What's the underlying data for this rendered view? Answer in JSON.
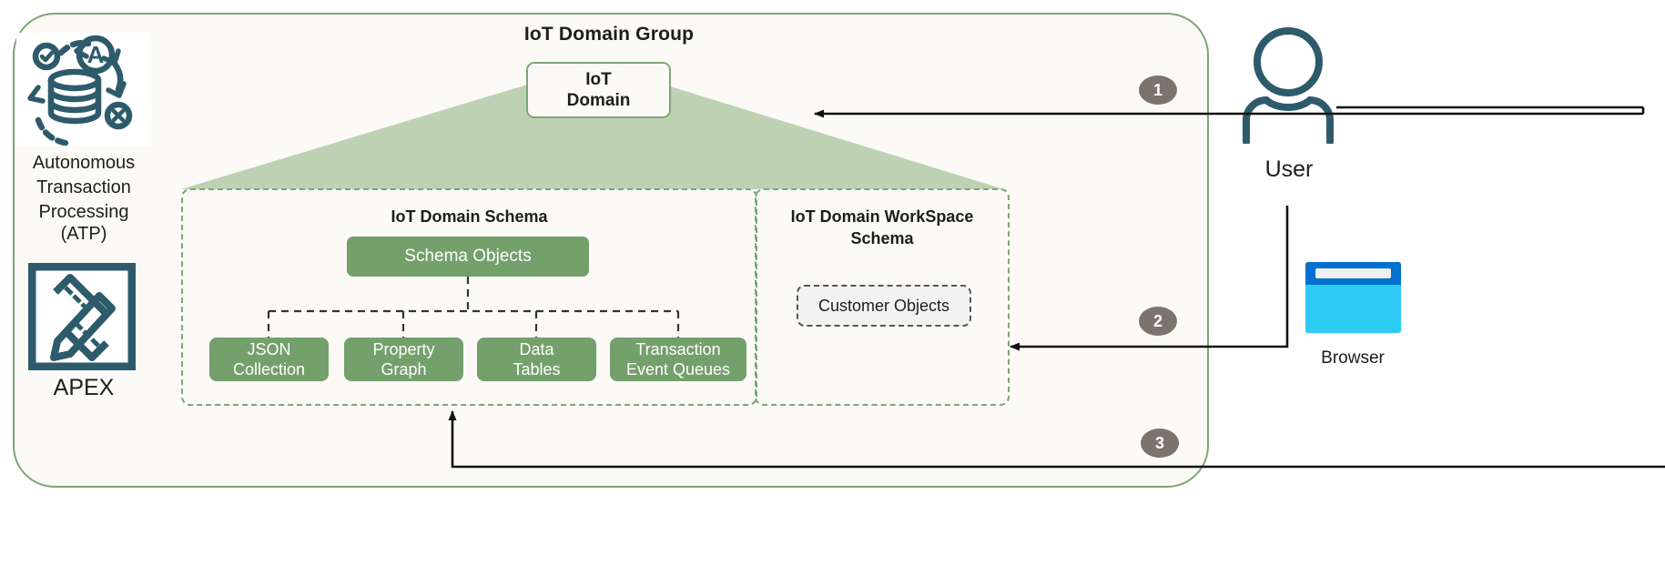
{
  "diagram": {
    "title": "IoT Domain Group",
    "background_color": "#fbfaf7",
    "accent_green": "#7da576",
    "fill_green": "#73a06b",
    "shade_green": "#bed2b3",
    "icon_teal": "#2d5b6b",
    "badge_gray": "#7c736d"
  },
  "left_services": {
    "atp": {
      "icon": "autonomous-database-icon",
      "label": "Autonomous\nTransaction\nProcessing",
      "label_line1": "Autonomous",
      "label_line2": "Transaction",
      "label_line3": "Processing",
      "abbreviation": "(ATP)"
    },
    "apex": {
      "icon": "ruler-pencil-icon",
      "label": "APEX"
    }
  },
  "domain": {
    "box_label": "IoT\nDomain",
    "box_line1": "IoT",
    "box_line2": "Domain"
  },
  "schema_panel": {
    "title": "IoT Domain Schema",
    "root": "Schema Objects",
    "leaves": [
      {
        "line1": "JSON",
        "line2": "Collection"
      },
      {
        "line1": "Property",
        "line2": "Graph"
      },
      {
        "line1": "Data",
        "line2": "Tables"
      },
      {
        "line1": "Transaction",
        "line2": "Event Queues"
      }
    ]
  },
  "workspace_panel": {
    "title_line1": "IoT Domain WorkSpace",
    "title_line2": "Schema",
    "object_box": "Customer Objects"
  },
  "actors": {
    "user": {
      "icon": "user-icon",
      "label": "User"
    },
    "browser": {
      "icon": "browser-window-icon",
      "label": "Browser"
    }
  },
  "steps": [
    {
      "number": "1"
    },
    {
      "number": "2"
    },
    {
      "number": "3"
    }
  ]
}
